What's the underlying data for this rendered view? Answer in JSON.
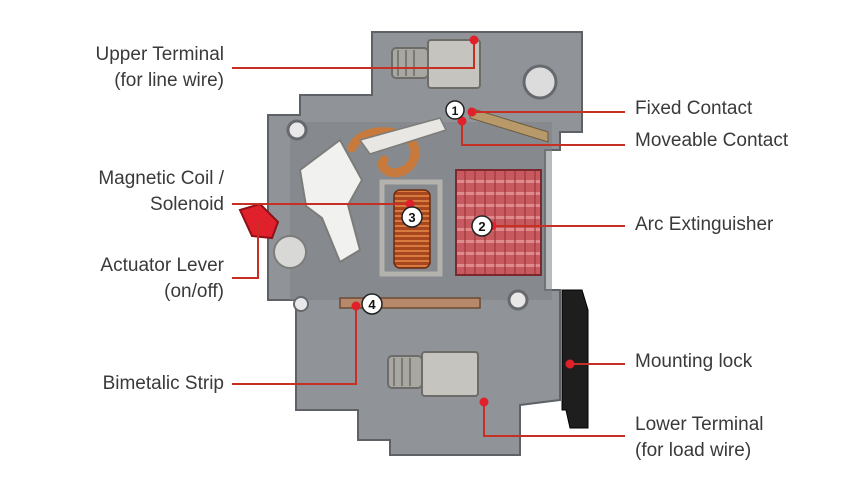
{
  "colors": {
    "leader": "#c62f24",
    "dot": "#e0202a",
    "label_text": "#3a3a3a",
    "housing": "#8f9296",
    "housing_dark": "#6f7276",
    "housing_light": "#a9acb0",
    "arc_chute": "#c9575c",
    "coil": "#b5542a",
    "metal": "#c8c7c2",
    "lever_red": "#e0202a"
  },
  "labels": {
    "upper_terminal": [
      "Upper Terminal",
      "(for line wire)"
    ],
    "magnetic_coil": [
      "Magnetic Coil /",
      "Solenoid"
    ],
    "actuator_lever": [
      "Actuator Lever",
      "(on/off)"
    ],
    "bimetalic_strip": [
      "Bimetalic Strip"
    ],
    "fixed_contact": [
      "Fixed Contact"
    ],
    "moveable_contact": [
      "Moveable Contact"
    ],
    "arc_extinguisher": [
      "Arc Extinguisher"
    ],
    "mounting_lock": [
      "Mounting lock"
    ],
    "lower_terminal": [
      "Lower Terminal",
      "(for load wire)"
    ]
  },
  "markers": [
    "1",
    "2",
    "3",
    "4"
  ]
}
